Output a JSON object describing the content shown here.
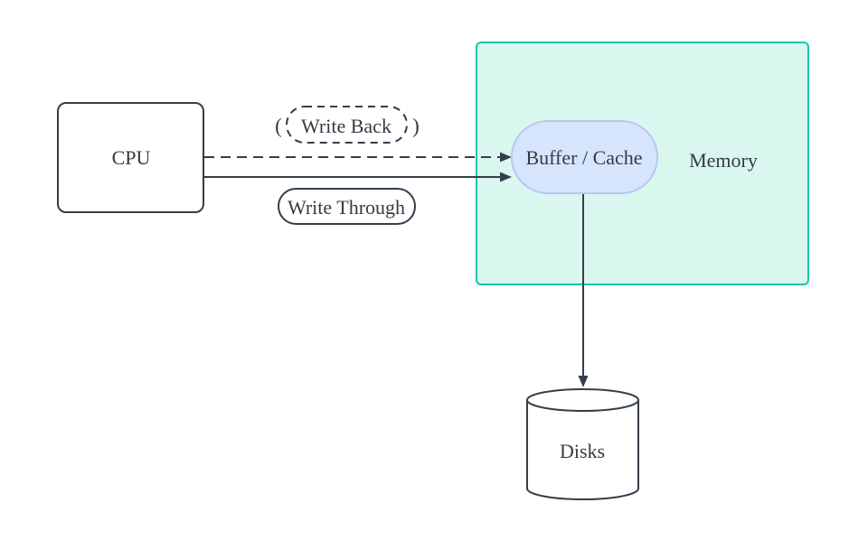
{
  "diagram": {
    "background": "#ffffff",
    "nodes": {
      "cpu": {
        "label": "CPU",
        "shape": "rounded-rectangle"
      },
      "memory": {
        "label": "Memory",
        "shape": "container-box"
      },
      "buffer": {
        "label": "Buffer / Cache",
        "shape": "stadium"
      },
      "disks": {
        "label": "Disks",
        "shape": "cylinder"
      }
    },
    "edge_labels": {
      "write_back": {
        "paren_open": "(",
        "text": "Write Back",
        "paren_close": ")"
      },
      "write_through": {
        "text": "Write Through"
      }
    },
    "edges": [
      {
        "id": "cpu-to-buffer-write-back",
        "from": "CPU",
        "to": "Buffer / Cache",
        "style": "dashed",
        "label": "( Write Back )"
      },
      {
        "id": "cpu-to-buffer-write-through",
        "from": "CPU",
        "to": "Buffer / Cache",
        "style": "solid",
        "label": "Write Through"
      },
      {
        "id": "buffer-to-disks",
        "from": "Buffer / Cache",
        "to": "Disks",
        "style": "solid",
        "label": ""
      }
    ],
    "colors": {
      "background": "#ffffff",
      "stroke_dark": "#353e49",
      "text": "#333b44",
      "node_fill": "#ffffff",
      "memory_fill": "#d9f6ef",
      "memory_stroke": "#14c7a6",
      "buffer_fill": "#d7e5fc",
      "buffer_stroke": "#b7c7f2"
    }
  }
}
